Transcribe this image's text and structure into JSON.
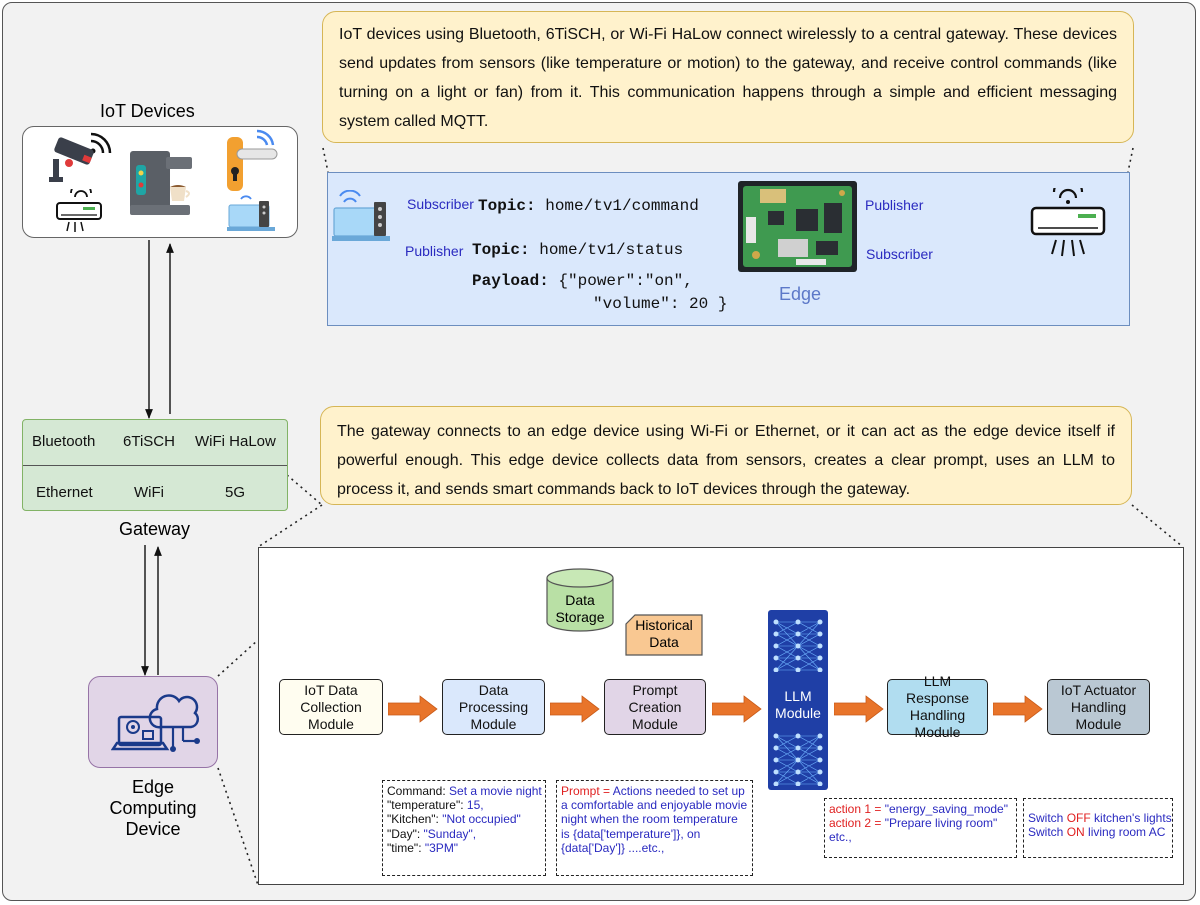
{
  "iot_devices": {
    "title": "IoT Devices",
    "device_icons": [
      "security-camera-icon",
      "coffee-machine-icon",
      "smart-lock-icon",
      "air-conditioner-icon",
      "smart-tv-icon"
    ]
  },
  "gateway": {
    "title": "Gateway",
    "protocols_top": [
      "Bluetooth",
      "6TiSCH",
      "WiFi HaLow"
    ],
    "protocols_bottom": [
      "Ethernet",
      "WiFi",
      "5G"
    ]
  },
  "edge_computing_device": {
    "title": [
      "Edge",
      "Computing",
      "Device"
    ],
    "icon": "cloud-computer-icon"
  },
  "note_top": "IoT devices using Bluetooth, 6TiSCH, or Wi-Fi HaLow connect wirelessly to a central gateway. These devices send updates from sensors (like temperature or motion) to the gateway, and receive control commands (like turning on a light or fan) from it. This communication happens through a simple and efficient messaging system called MQTT.",
  "note_middle": "The gateway connects to an edge device using Wi-Fi or Ethernet, or it can act as the edge device itself if powerful enough. This edge device collects data from sensors, creates a clear prompt, uses an LLM to process it, and sends smart commands back to IoT devices through the gateway.",
  "mqtt": {
    "edge_label": "Edge",
    "left_subscriber": "Subscriber",
    "left_publisher": "Publisher",
    "right_publisher": "Publisher",
    "right_subscriber": "Subscriber",
    "topic_key": "Topic:",
    "topic_command": "home/tv1/command",
    "topic_status": "home/tv1/status",
    "payload_key": "Payload:",
    "payload_line1": "{\"power\":\"on\",",
    "payload_line2": "\"volume\": 20 }"
  },
  "pipeline": {
    "modules": [
      {
        "label": "IoT Data Collection Module",
        "color": "#fffdf0"
      },
      {
        "label": "Data Processing Module",
        "color": "#dae8fc"
      },
      {
        "label": "Prompt Creation Module",
        "color": "#e1d5e7"
      },
      {
        "label": "LLM Module",
        "color": "#1f3fa6"
      },
      {
        "label": "LLM Response Handling Module",
        "color": "#b1ddf0"
      },
      {
        "label": "IoT Actuator Handling Module",
        "color": "#bac8d3"
      }
    ],
    "data_storage": "Data Storage",
    "historical_data": "Historical Data",
    "colors": {
      "arrow": "#e8742a",
      "storage": "#b9e0a5",
      "historical": "#f9c892",
      "curve": "#cc44ee"
    },
    "command_box": {
      "command_key": "Command:",
      "command_value": "Set a movie night",
      "temperature_key": "\"temperature\":",
      "temperature_value": "15,",
      "kitchen_key": "\"Kitchen\":",
      "kitchen_value": "\"Not occupied\"",
      "day_key": "\"Day\":",
      "day_value": "\"Sunday\",",
      "time_key": "\"time\":",
      "time_value": "\"3PM\""
    },
    "prompt_box": {
      "prompt_key": "Prompt =",
      "line1": "Actions needed to set up",
      "line2": "a comfortable and enjoyable movie",
      "line3": "night when the room temperature",
      "line4": "is {data['temperature']}, on",
      "line5": "{data['Day']} ....etc.,"
    },
    "action_box": {
      "action1_key": "action 1 =",
      "action1_value": "\"energy_saving_mode\"",
      "action2_key": "action 2 =",
      "action2_value": "\"Prepare living room\"",
      "etc": "etc.,"
    },
    "actuator_box": {
      "line1_pre": "Switch",
      "line1_state": "OFF",
      "line1_post": "kitchen's lights",
      "line2_pre": "Switch",
      "line2_state": "ON",
      "line2_post": "living room AC"
    }
  }
}
